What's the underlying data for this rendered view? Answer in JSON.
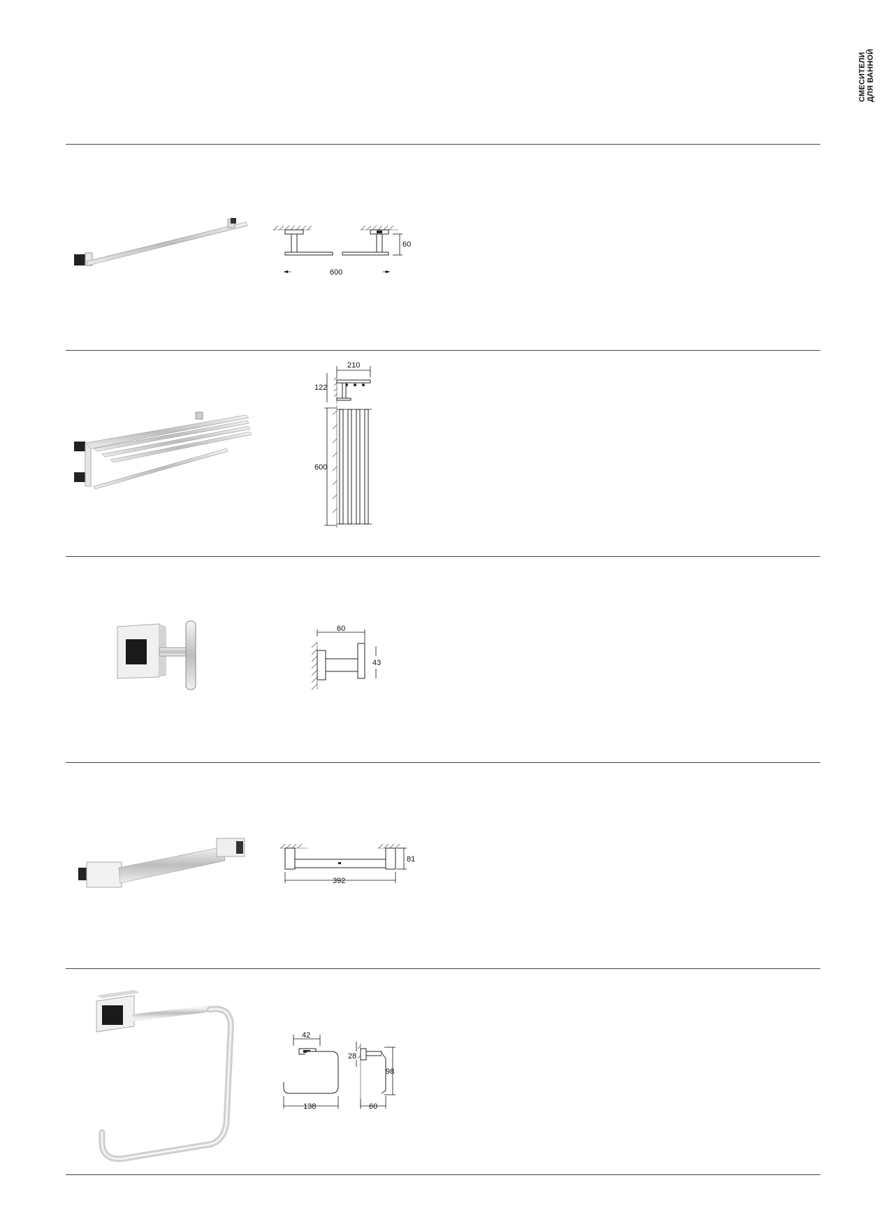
{
  "section_tab": {
    "line1": "СМЕСИТЕЛИ",
    "line2": "ДЛЯ ВАННОЙ"
  },
  "products": [
    {
      "name": "towel-rail",
      "dims": {
        "length": "600",
        "depth": "60"
      }
    },
    {
      "name": "towel-shelf",
      "dims": {
        "depth": "210",
        "height": "122",
        "length": "600"
      }
    },
    {
      "name": "robe-hook",
      "dims": {
        "depth": "60",
        "height": "43"
      }
    },
    {
      "name": "grip-bar",
      "dims": {
        "length": "392",
        "depth": "81"
      }
    },
    {
      "name": "towel-ring",
      "dims": {
        "width": "42",
        "length": "138",
        "offset": "28",
        "height": "98",
        "depth": "60"
      }
    }
  ]
}
